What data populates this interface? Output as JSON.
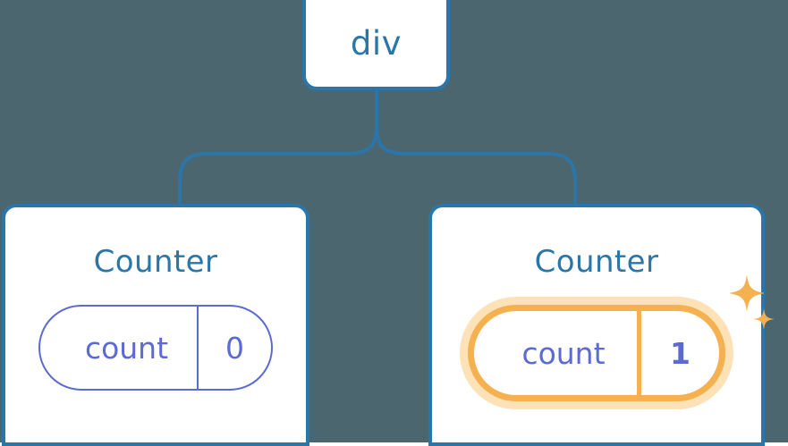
{
  "diagram": {
    "type": "component-tree",
    "background_color": "#4c6670",
    "node_border_color": "#2b76a8",
    "connector_color": "#2b76a8",
    "state_color": "#5c6bd4",
    "highlight_color": "#f5b14f",
    "highlight_glow_color": "#fde2b8"
  },
  "root": {
    "label": "div"
  },
  "children": [
    {
      "label": "Counter",
      "state": {
        "key": "count",
        "value": "0"
      },
      "highlighted": false,
      "sparkles": false
    },
    {
      "label": "Counter",
      "state": {
        "key": "count",
        "value": "1"
      },
      "highlighted": true,
      "sparkles": true
    }
  ],
  "icons": {
    "sparkle_large": "sparkle-icon",
    "sparkle_small": "sparkle-small-icon"
  }
}
